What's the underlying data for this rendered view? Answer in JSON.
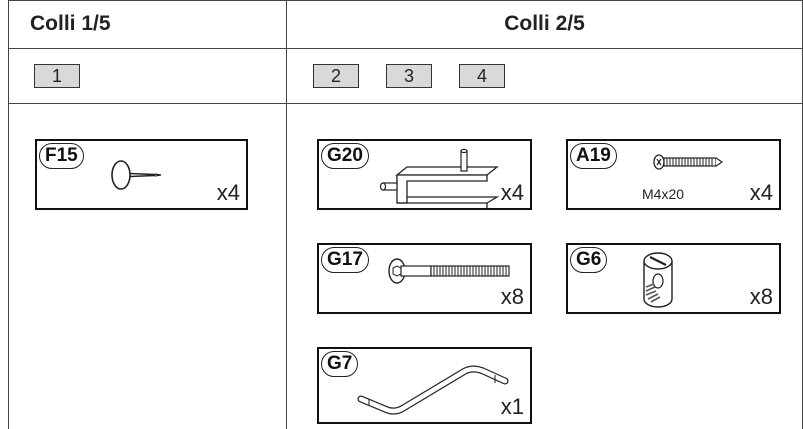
{
  "columns": [
    {
      "header": "Colli 1/5",
      "box_numbers": [
        "1"
      ]
    },
    {
      "header": "Colli 2/5",
      "box_numbers": [
        "2",
        "3",
        "4"
      ]
    }
  ],
  "parts": {
    "f15": {
      "code": "F15",
      "qty": "x4",
      "icon": "upholstery-nail-icon"
    },
    "g20": {
      "code": "G20",
      "qty": "x4",
      "icon": "shelf-support-bracket-icon"
    },
    "a19": {
      "code": "A19",
      "qty": "x4",
      "size": "M4x20",
      "icon": "screw-icon"
    },
    "g17": {
      "code": "G17",
      "qty": "x8",
      "icon": "allen-bolt-icon"
    },
    "g6": {
      "code": "G6",
      "qty": "x8",
      "icon": "barrel-nut-icon"
    },
    "g7": {
      "code": "G7",
      "qty": "x1",
      "icon": "allen-key-icon"
    }
  },
  "colors": {
    "border": "#444444",
    "box_number_bg": "#d9d9d9"
  }
}
